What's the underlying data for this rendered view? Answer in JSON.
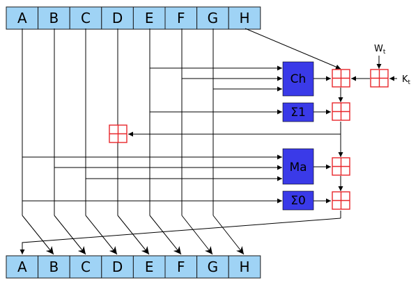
{
  "colors": {
    "register_fill": "#9fd3f5",
    "function_fill": "#3a3ae8",
    "adder_stroke": "#e8262a",
    "wire": "#000000"
  },
  "registers_in": [
    "A",
    "B",
    "C",
    "D",
    "E",
    "F",
    "G",
    "H"
  ],
  "registers_out": [
    "A",
    "B",
    "C",
    "D",
    "E",
    "F",
    "G",
    "H"
  ],
  "functions": {
    "ch": "Ch",
    "sigma1": "Σ1",
    "ma": "Ma",
    "sigma0": "Σ0"
  },
  "inputs": {
    "w": "W",
    "w_sub": "t",
    "k": "K",
    "k_sub": "t"
  },
  "adder_icon": "modular-addition-icon"
}
